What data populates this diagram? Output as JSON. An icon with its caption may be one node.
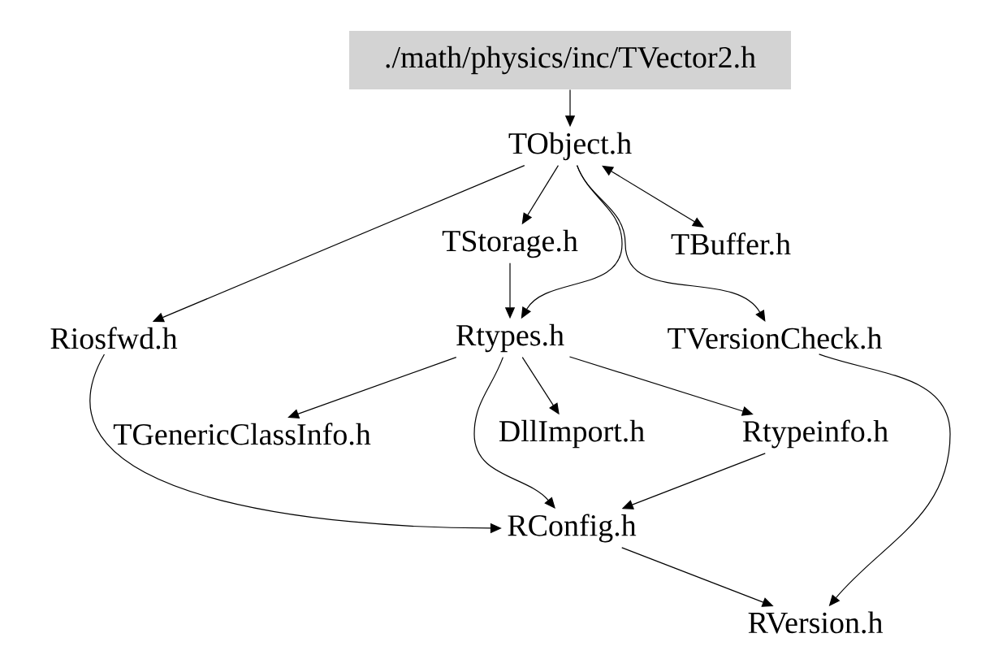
{
  "diagram": {
    "nodes": [
      {
        "text": [
          "./math/physics/inc/TVector2.h"
        ]
      },
      {
        "text": [
          "TObject.h"
        ]
      },
      {
        "text": [
          "TStorage.h"
        ]
      },
      {
        "text": [
          "TBuffer.h"
        ]
      },
      {
        "text": [
          "Riosfwd.h"
        ]
      },
      {
        "text": [
          "Rtypes.h"
        ]
      },
      {
        "text": [
          "TVersionCheck.h"
        ]
      },
      {
        "text": [
          "TGenericClassInfo.h"
        ]
      },
      {
        "text": [
          "DllImport.h"
        ]
      },
      {
        "text": [
          "Rtypeinfo.h"
        ]
      },
      {
        "text": [
          "RConfig.h"
        ]
      },
      {
        "text": [
          "RVersion.h"
        ]
      }
    ],
    "edges": [
      {
        "from": 0,
        "to": 1,
        "arrow": "to"
      },
      {
        "from": 1,
        "to": 4,
        "arrow": "to"
      },
      {
        "from": 1,
        "to": 2,
        "arrow": "to"
      },
      {
        "from": 1,
        "to": 3,
        "arrow": "both"
      },
      {
        "from": 1,
        "to": 5,
        "arrow": "to"
      },
      {
        "from": 1,
        "to": 6,
        "arrow": "to"
      },
      {
        "from": 2,
        "to": 5,
        "arrow": "to"
      },
      {
        "from": 5,
        "to": 7,
        "arrow": "to"
      },
      {
        "from": 5,
        "to": 8,
        "arrow": "to"
      },
      {
        "from": 5,
        "to": 9,
        "arrow": "to"
      },
      {
        "from": 5,
        "to": 10,
        "arrow": "to"
      },
      {
        "from": 4,
        "to": 10,
        "arrow": "to"
      },
      {
        "from": 9,
        "to": 10,
        "arrow": "to"
      },
      {
        "from": 10,
        "to": 11,
        "arrow": "to"
      },
      {
        "from": 6,
        "to": 11,
        "arrow": "to"
      }
    ]
  }
}
